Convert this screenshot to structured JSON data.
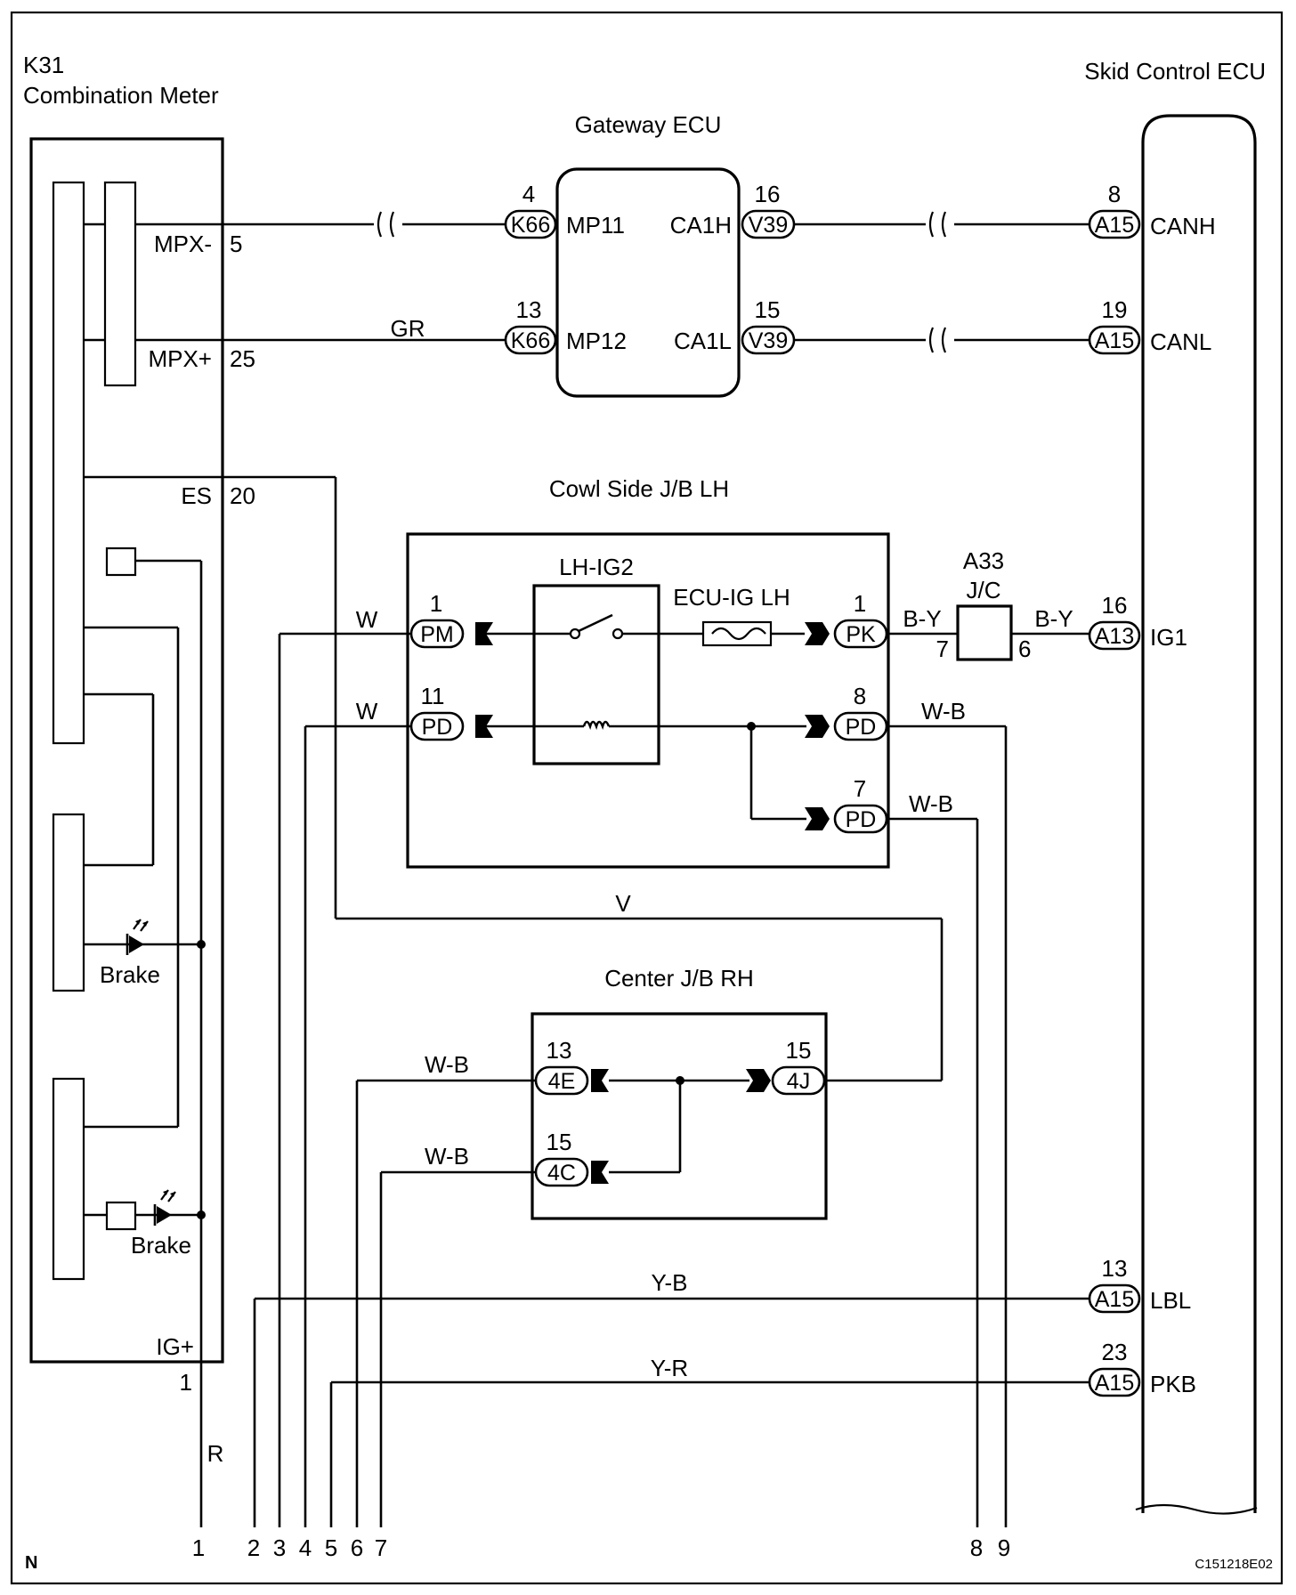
{
  "labels": {
    "meter_code": "K31",
    "meter_name": "Combination Meter",
    "skid_ecu": "Skid Control ECU",
    "gateway_ecu": "Gateway ECU",
    "cowl_jb": "Cowl Side J/B LH",
    "center_jb": "Center J/B RH",
    "relay": "LH-IG2",
    "fuse": "ECU-IG LH",
    "jc_code": "A33",
    "jc_name": "J/C",
    "brake_1": "Brake",
    "brake_2": "Brake",
    "corner_n": "N",
    "figure_code": "C151218E02"
  },
  "meter_pins": {
    "mpx_minus": "MPX-",
    "mpx_minus_no": "5",
    "mpx_plus": "MPX+",
    "mpx_plus_no": "25",
    "es": "ES",
    "es_no": "20",
    "ig_plus": "IG+",
    "ig_plus_no": "1"
  },
  "gateway": {
    "mp11": "MP11",
    "mp12": "MP12",
    "ca1h": "CA1H",
    "ca1l": "CA1L",
    "k66_a": "K66",
    "k66_a_no": "4",
    "k66_b": "K66",
    "k66_b_no": "13",
    "v39_a": "V39",
    "v39_a_no": "16",
    "v39_b": "V39",
    "v39_b_no": "15"
  },
  "skid": {
    "canh": "CANH",
    "canh_conn": "A15",
    "canh_no": "8",
    "canl": "CANL",
    "canl_conn": "A15",
    "canl_no": "19",
    "ig1": "IG1",
    "ig1_conn": "A13",
    "ig1_no": "16",
    "lbl": "LBL",
    "lbl_conn": "A15",
    "lbl_no": "13",
    "pkb": "PKB",
    "pkb_conn": "A15",
    "pkb_no": "23"
  },
  "cowl": {
    "pm": "PM",
    "pm_no": "1",
    "pd_left": "PD",
    "pd_left_no": "11",
    "pk": "PK",
    "pk_no": "1",
    "pd_8": "PD",
    "pd_8_no": "8",
    "pd_7": "PD",
    "pd_7_no": "7"
  },
  "jc_pins": {
    "left": "7",
    "right": "6"
  },
  "center": {
    "c4e": "4E",
    "c4e_no": "13",
    "c4c": "4C",
    "c4c_no": "15",
    "c4j": "4J",
    "c4j_no": "15"
  },
  "wires": {
    "gr": "GR",
    "w_top": "W",
    "w_bot": "W",
    "by_left": "B-Y",
    "by_right": "B-Y",
    "wb_8": "W-B",
    "wb_7": "W-B",
    "v": "V",
    "wb_4e": "W-B",
    "wb_4c": "W-B",
    "yb": "Y-B",
    "yr": "Y-R",
    "r": "R"
  },
  "bottom_numbers": [
    "1",
    "2",
    "3",
    "4",
    "5",
    "6",
    "7",
    "8",
    "9"
  ]
}
